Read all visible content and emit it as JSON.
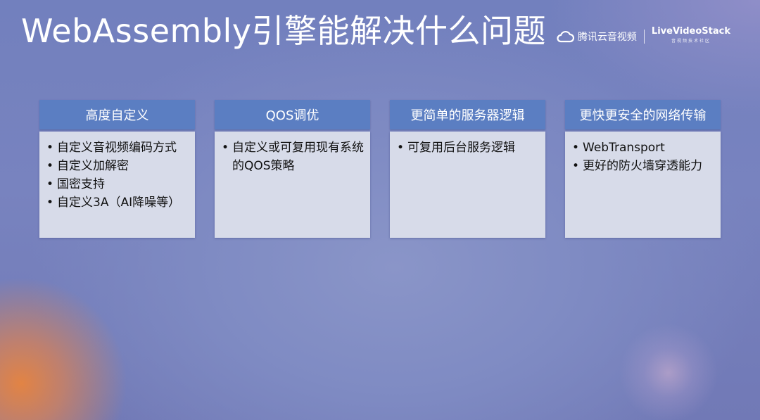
{
  "slide": {
    "title": "WebAssembly引擎能解决什么问题"
  },
  "brand": {
    "logo_icon": "cloud-icon",
    "name": "腾讯云音视频",
    "partner_name": "LiveVideoStack",
    "partner_tagline": "音视频技术社区"
  },
  "cards": [
    {
      "header": "高度自定义",
      "items": [
        "自定义音视频编码方式",
        "自定义加解密",
        "国密支持",
        "自定义3A（AI降噪等）"
      ]
    },
    {
      "header": "QOS调优",
      "items": [
        "自定义或可复用现有系统的QOS策略"
      ]
    },
    {
      "header": "更简单的服务器逻辑",
      "items": [
        "可复用后台服务逻辑"
      ]
    },
    {
      "header": "更快更安全的网络传输",
      "items": [
        "WebTransport",
        "更好的防火墙穿透能力"
      ]
    }
  ],
  "colors": {
    "card_header": "#5b7ec2",
    "card_body": "#d7dbe9",
    "background": "#7a86bf",
    "accent_glow": "#e8843e"
  }
}
